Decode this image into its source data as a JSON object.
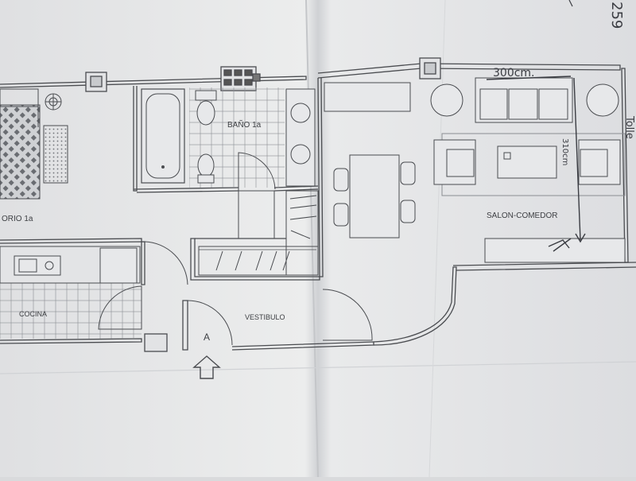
{
  "colors": {
    "paper": "#e6e7e9",
    "paper_shade": "#d3d5d8",
    "ink": "#4a4c50",
    "light_ink": "#7b7e83",
    "hand_ink": "#3a3c42"
  },
  "rooms": {
    "dormitorio": "ORIO 1a",
    "bano": "BAÑO 1a",
    "cocina": "COCINA",
    "vestibulo": "VESTIBULO",
    "salon": "SALON-COMEDOR"
  },
  "marks": {
    "entrance": "A",
    "entrance_arrow_icon": "up-arrow-icon"
  },
  "handwritten": {
    "width_note": "300cm.",
    "depth_note": "310cm",
    "corner_note": "259",
    "side_note": "Tolle"
  }
}
